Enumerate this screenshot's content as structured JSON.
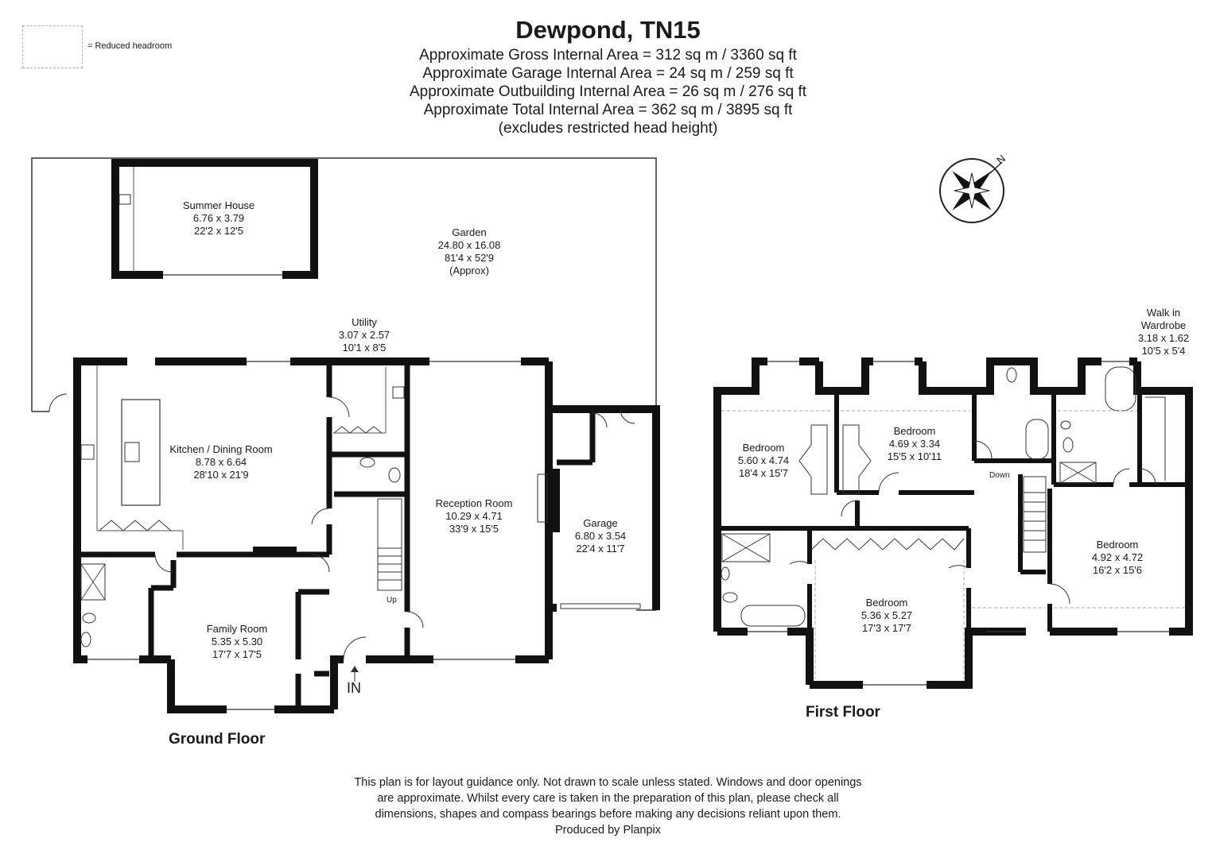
{
  "title": "Dewpond, TN15",
  "areas": [
    "Approximate Gross Internal Area = 312 sq m / 3360 sq ft",
    "Approximate Garage Internal Area = 24 sq m / 259 sq ft",
    "Approximate Outbuilding Internal Area = 26 sq m / 276 sq ft",
    "Approximate Total Internal Area = 362 sq m / 3895 sq ft",
    "(excludes restricted head height)"
  ],
  "legend": {
    "label": "= Reduced headroom"
  },
  "compass": {
    "label": "N"
  },
  "rooms": {
    "summer_house": {
      "name": "Summer House",
      "metric": "6.76 x 3.79",
      "imperial": "22'2 x 12'5"
    },
    "garden": {
      "name": "Garden",
      "metric": "24.80 x 16.08",
      "imperial": "81'4 x 52'9",
      "note": "(Approx)"
    },
    "utility": {
      "name": "Utility",
      "metric": "3.07 x 2.57",
      "imperial": "10'1 x 8'5"
    },
    "kitchen": {
      "name": "Kitchen / Dining Room",
      "metric": "8.78 x 6.64",
      "imperial": "28'10 x 21'9"
    },
    "reception": {
      "name": "Reception Room",
      "metric": "10.29 x 4.71",
      "imperial": "33'9 x 15'5"
    },
    "garage": {
      "name": "Garage",
      "metric": "6.80 x 3.54",
      "imperial": "22'4 x 11'7"
    },
    "family": {
      "name": "Family Room",
      "metric": "5.35 x 5.30",
      "imperial": "17'7 x 17'5"
    },
    "bed1": {
      "name": "Bedroom",
      "metric": "5.60 x 4.74",
      "imperial": "18'4 x 15'7"
    },
    "bed2": {
      "name": "Bedroom",
      "metric": "4.69 x 3.34",
      "imperial": "15'5 x 10'11"
    },
    "walkin": {
      "name_line1": "Walk in",
      "name_line2": "Wardrobe",
      "metric": "3.18 x 1.62",
      "imperial": "10'5 x 5'4"
    },
    "bed3": {
      "name": "Bedroom",
      "metric": "4.92 x 4.72",
      "imperial": "16'2 x 15'6"
    },
    "bed4": {
      "name": "Bedroom",
      "metric": "5.36 x 5.27",
      "imperial": "17'3 x 17'7"
    }
  },
  "labels": {
    "up": "Up",
    "down": "Down",
    "entrance": "IN"
  },
  "floors": {
    "ground": "Ground Floor",
    "first": "First Floor"
  },
  "disclaimer": [
    "This plan is for layout guidance only. Not drawn to scale unless stated. Windows and door openings",
    "are approximate. Whilst every care is taken in the preparation of this plan, please check all",
    "dimensions, shapes and compass bearings before making any decisions reliant upon them.",
    "Produced by Planpix"
  ]
}
